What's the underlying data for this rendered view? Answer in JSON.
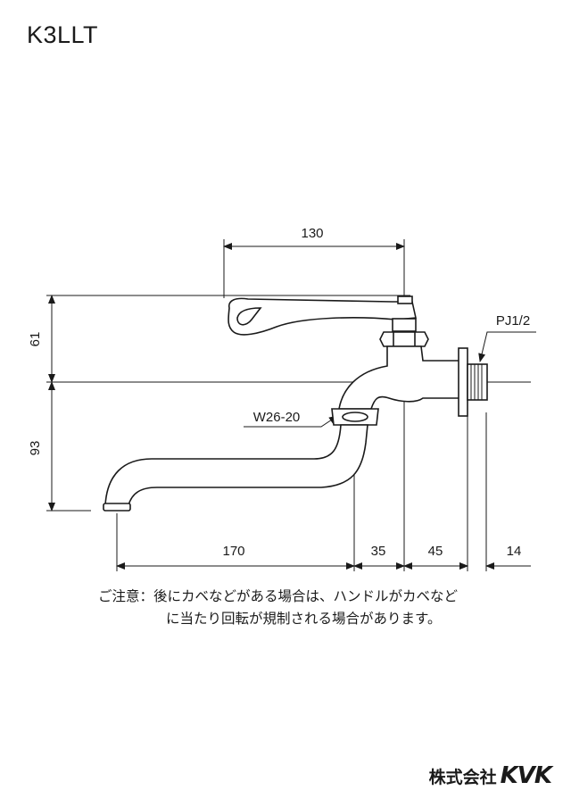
{
  "title": "K3LLT",
  "dimensions": {
    "top_width": "130",
    "height_upper": "61",
    "height_lower": "93",
    "spout_length": "170",
    "offset_a": "35",
    "offset_b": "45",
    "offset_c": "14"
  },
  "labels": {
    "thread": "PJ1/2",
    "spout_joint": "W26-20"
  },
  "note": {
    "line1": "ご注意：後にカベなどがある場合は、ハンドルがカベなど",
    "line2": "に当たり回転が規制される場合があります。"
  },
  "brand": {
    "company": "株式会社",
    "logo": "KVK"
  }
}
